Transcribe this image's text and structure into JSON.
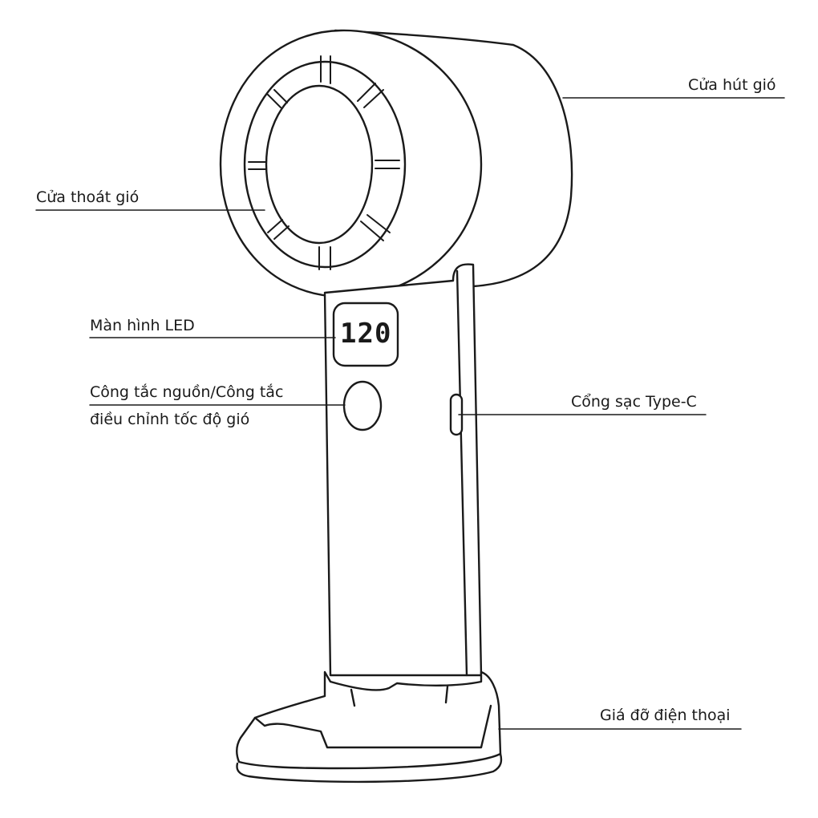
{
  "colors": {
    "stroke": "#1a1a1a",
    "background": "#ffffff"
  },
  "display": {
    "value": "120"
  },
  "labels": {
    "air_intake": "Cửa hút gió",
    "air_outlet": "Cửa thoát gió",
    "led_screen": "Màn hình LED",
    "power_switch_line1": "Công tắc nguồn/Công tắc",
    "power_switch_line2": "điều chỉnh tốc độ gió",
    "charging_port": "Cổng sạc Type-C",
    "phone_stand": "Giá đỡ điện thoại"
  }
}
